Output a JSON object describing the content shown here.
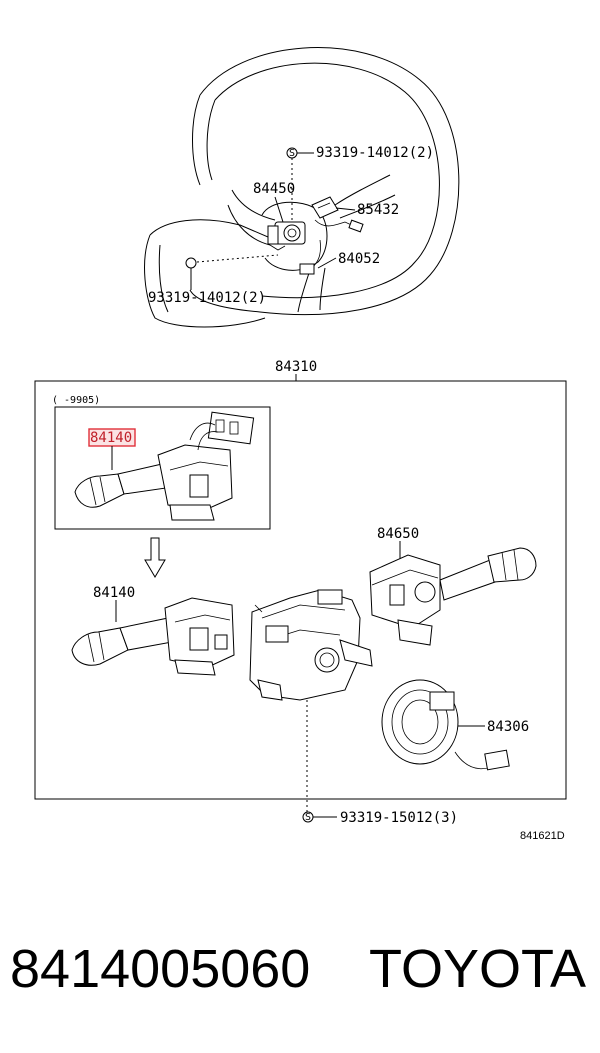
{
  "diagram": {
    "labels": {
      "bolt_top": "93319-14012(2)",
      "switch_84450": "84450",
      "switch_85432": "85432",
      "wire_84052": "84052",
      "bolt_left": "93319-14012(2)",
      "assembly": "84310",
      "date_range": "(    -9905)",
      "highlight_part": "84140",
      "lower_part": "84140",
      "switch_84650": "84650",
      "spiral_84306": "84306",
      "screw_bottom": "93319-15012(3)",
      "figure_ref": "841621D",
      "screw_symbol": "S"
    },
    "highlight_color": "#e0303a",
    "highlight_fill": "#fbe3e4"
  },
  "footer": {
    "part_number": "8414005060",
    "brand": "TOYOTA"
  }
}
